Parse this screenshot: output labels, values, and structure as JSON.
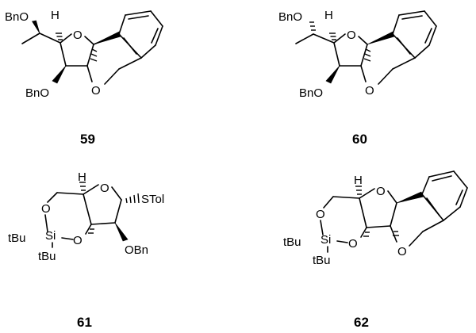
{
  "figure": {
    "compounds": [
      {
        "number": "59",
        "atom_labels": {
          "obn_top": "BnO",
          "h": "H",
          "o_ring": "O",
          "obn_bottom": "BnO",
          "o_lower": "O"
        }
      },
      {
        "number": "60",
        "atom_labels": {
          "obn_top": "BnO",
          "h": "H",
          "o_ring": "O",
          "obn_bottom": "BnO",
          "o_lower": "O"
        }
      },
      {
        "number": "61",
        "atom_labels": {
          "h": "H",
          "o_ring": "O",
          "stol": "STol",
          "o_silyl_top": "O",
          "tbu_a": "tBu",
          "si": "Si",
          "tbu_b": "tBu",
          "o_silyl_bottom": "O",
          "obn": "OBn"
        }
      },
      {
        "number": "62",
        "atom_labels": {
          "h": "H",
          "o_ring": "O",
          "o_silyl_top": "O",
          "tbu_a": "tBu",
          "si": "Si",
          "tbu_b": "tBu",
          "o_silyl_bottom": "O",
          "o_lower": "O"
        }
      }
    ]
  }
}
